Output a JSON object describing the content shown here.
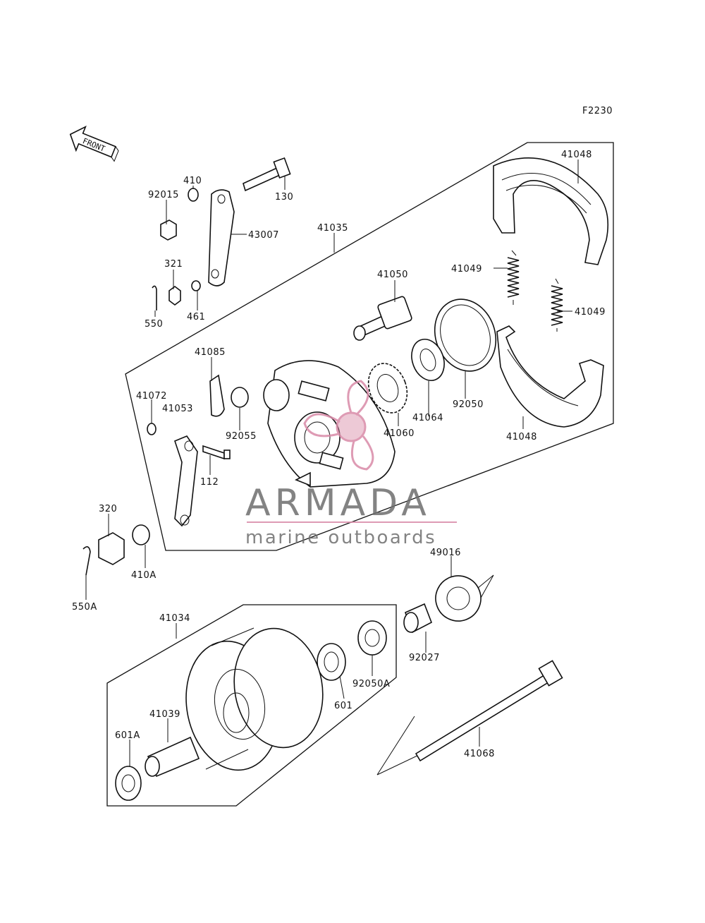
{
  "figure_code": "F2230",
  "front_label": "FRONT",
  "watermark": {
    "brand": "ARMADA",
    "tagline": "marine outboards",
    "accent_color": "#d98aa8",
    "text_color": "#6e6e6e"
  },
  "callouts": {
    "p41048a": "41048",
    "p130": "130",
    "p410": "410",
    "p92015": "92015",
    "p43007": "43007",
    "p41035": "41035",
    "p321": "321",
    "p461": "461",
    "p550": "550",
    "p41050": "41050",
    "p41049a": "41049",
    "p41049b": "41049",
    "p41085": "41085",
    "p41072": "41072",
    "p41053": "41053",
    "p92055": "92055",
    "p41060": "41060",
    "p41064": "41064",
    "p92050": "92050",
    "p41048b": "41048",
    "p112": "112",
    "p320": "320",
    "p410a": "410A",
    "p550a": "550A",
    "p49016": "49016",
    "p41034": "41034",
    "p92027": "92027",
    "p601": "601",
    "p92050a": "92050A",
    "p41039": "41039",
    "p601a": "601A",
    "p41068": "41068"
  }
}
